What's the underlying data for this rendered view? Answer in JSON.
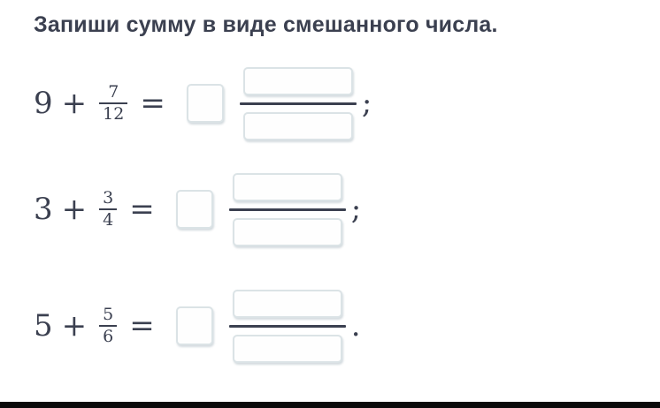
{
  "title": "Запиши сумму в виде смешанного числа.",
  "symbols": {
    "plus": "+",
    "equals": "="
  },
  "rows": [
    {
      "whole": "9",
      "num": "7",
      "den": "12",
      "punct": ";"
    },
    {
      "whole": "3",
      "num": "3",
      "den": "4",
      "punct": ";"
    },
    {
      "whole": "5",
      "num": "5",
      "den": "6",
      "punct": "."
    }
  ],
  "inputs": {
    "whole_placeholder": "",
    "numerator_placeholder": "",
    "denominator_placeholder": ""
  }
}
